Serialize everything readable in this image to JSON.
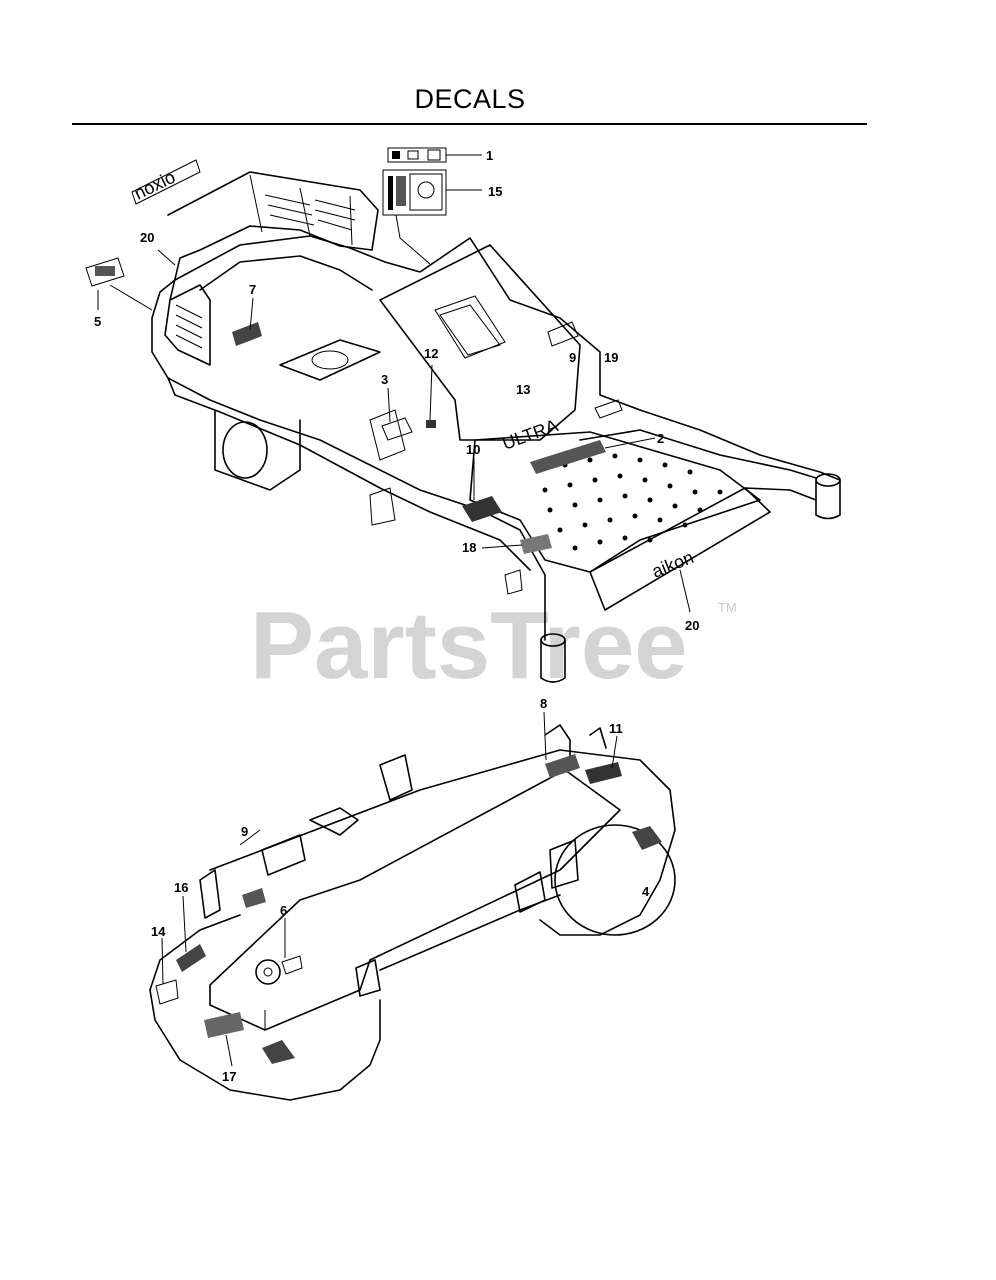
{
  "page": {
    "title": "DECALS"
  },
  "watermark": {
    "text": "PartsTree",
    "tm": "TM"
  },
  "decal_text": {
    "noxio": "noxio",
    "aikon": "aikon",
    "ultra": "ULTRA"
  },
  "callouts": {
    "c1": "1",
    "c2": "2",
    "c3": "3",
    "c4": "4",
    "c5": "5",
    "c6": "6",
    "c7": "7",
    "c8": "8",
    "c9a": "9",
    "c9b": "9",
    "c10": "10",
    "c11": "11",
    "c12": "12",
    "c13": "13",
    "c14": "14",
    "c15": "15",
    "c16": "16",
    "c17": "17",
    "c18": "18",
    "c19": "19",
    "c20a": "20",
    "c20b": "20"
  }
}
